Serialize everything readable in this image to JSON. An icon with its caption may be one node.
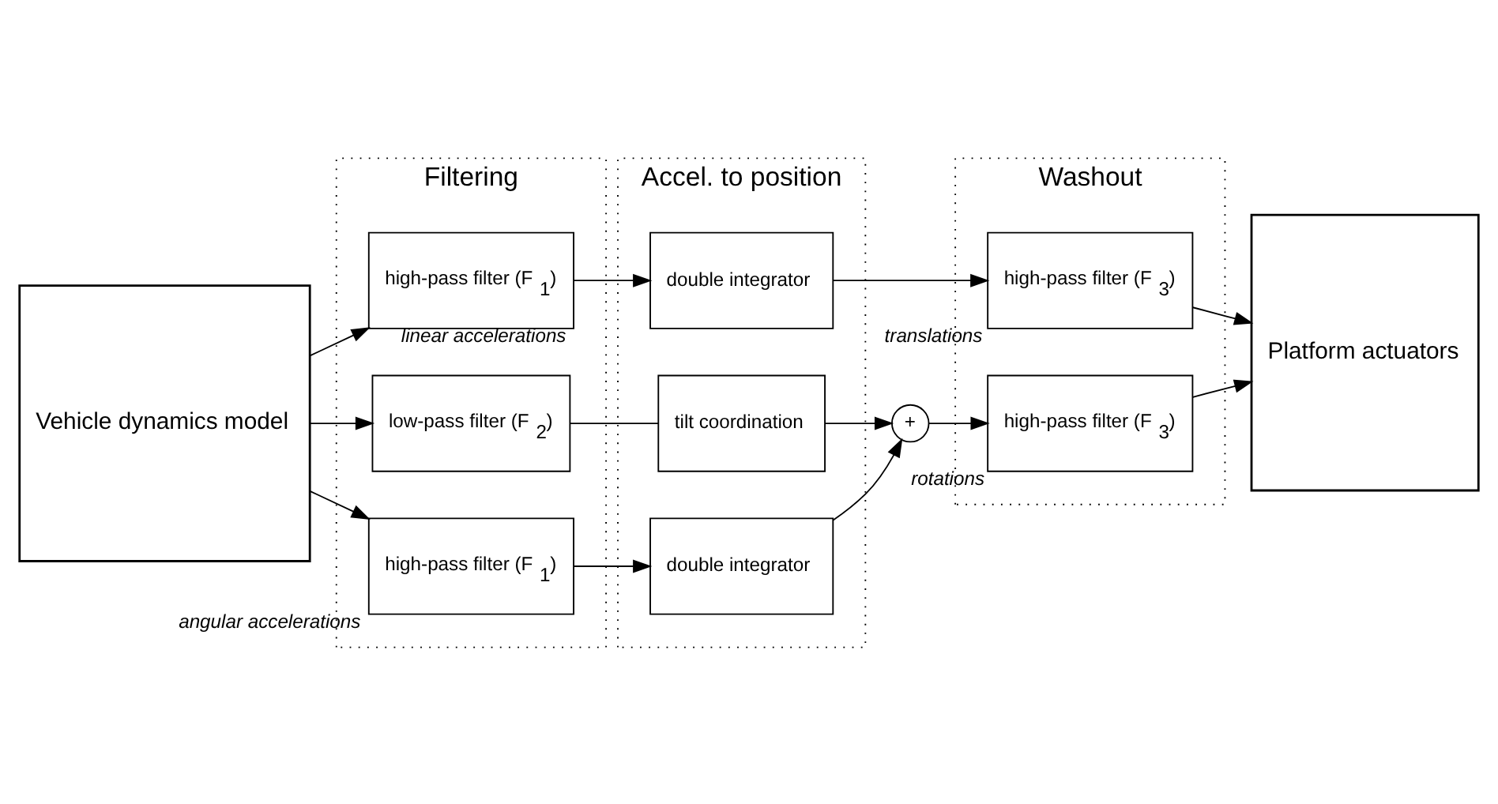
{
  "diagram": {
    "nodes": [
      {
        "text": [
          "Vehicle dynamics model"
        ]
      },
      {
        "text": [
          "Filtering"
        ]
      },
      {
        "text": [
          "high-pass filter (F$_{1}$)"
        ],
        "in": 1,
        "beside": [
          "linear accelerations"
        ]
      },
      {
        "text": [
          "low-pass filter (F$_{2}$)"
        ],
        "in": 1
      },
      {
        "text": [
          "high-pass filter (F$_{1}$)"
        ],
        "in": 1,
        "beside": [
          "angular accelerations"
        ]
      },
      {
        "text": [
          "Accel. to position"
        ]
      },
      {
        "text": [
          "double integrator"
        ],
        "in": 5
      },
      {
        "text": [
          "tilt coordination"
        ],
        "in": 5
      },
      {
        "text": [
          "double integrator"
        ],
        "in": 5
      },
      {
        "text": [
          "Washout"
        ]
      },
      {
        "text": [
          "high-pass filter (F$_{3}$)"
        ],
        "in": 9,
        "beside": [
          "translations"
        ]
      },
      {
        "text": [
          "+"
        ]
      },
      {
        "text": [
          "high-pass filter (F$_{3}$)"
        ],
        "in": 9,
        "beside": [
          "rotations"
        ]
      },
      {
        "text": [
          "Platform actuators"
        ]
      }
    ],
    "edges": [
      {
        "from": 0,
        "to": 2,
        "arrow": "to"
      },
      {
        "from": 0,
        "to": 3,
        "arrow": "to"
      },
      {
        "from": 0,
        "to": 4,
        "arrow": "to"
      },
      {
        "from": 2,
        "to": 6,
        "arrow": "to"
      },
      {
        "from": 3,
        "to": 7,
        "arrow": "none"
      },
      {
        "from": 4,
        "to": 8,
        "arrow": "to"
      },
      {
        "from": 6,
        "to": 10,
        "arrow": "to"
      },
      {
        "from": 7,
        "to": 11,
        "arrow": "to"
      },
      {
        "from": 8,
        "to": 11,
        "arrow": "to"
      },
      {
        "from": 11,
        "to": 12,
        "arrow": "to"
      },
      {
        "from": 10,
        "to": 13,
        "arrow": "to"
      },
      {
        "from": 12,
        "to": 13,
        "arrow": "to"
      }
    ]
  }
}
